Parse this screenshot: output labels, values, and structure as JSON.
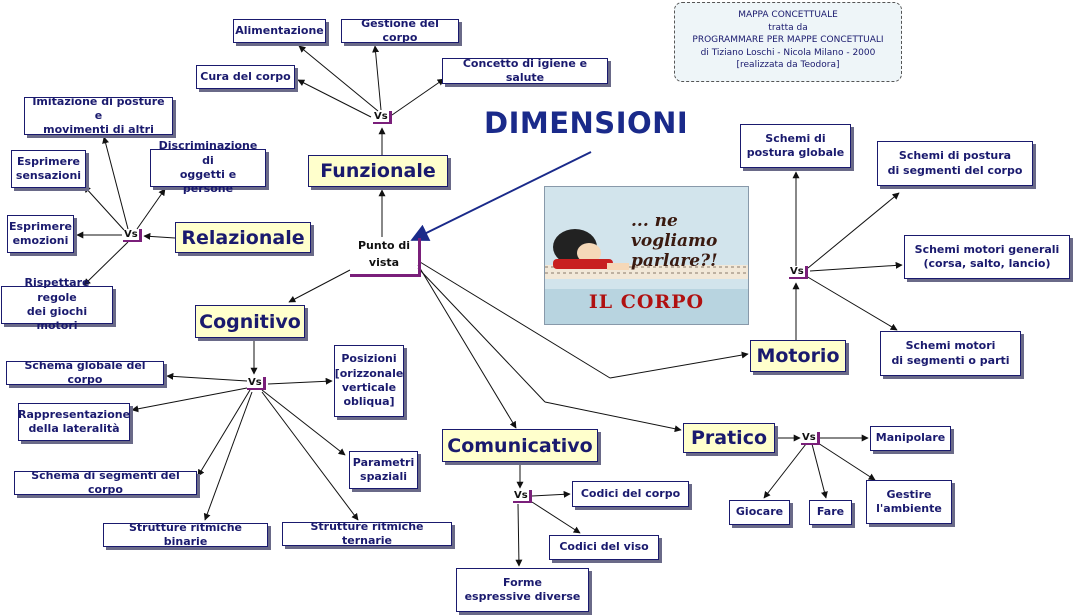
{
  "title": "DIMENSIONI",
  "credit": {
    "line1": "MAPPA CONCETTUALE",
    "line2": "tratta da",
    "line3": "PROGRAMMARE PER MAPPE CONCETTUALI",
    "line4": "di Tiziano Loschi - Nicola Milano - 2000",
    "line5": "[realizzata da Teodora]"
  },
  "picture": {
    "caption": "... ne vogliamo parlare?!",
    "subject": "IL CORPO",
    "icon": "mafalda-cartoon-image"
  },
  "center": {
    "label": "Punto di\nvista"
  },
  "vs_label": "Vs",
  "categories": {
    "funzionale": "Funzionale",
    "relazionale": "Relazionale",
    "cognitivo": "Cognitivo",
    "comunicativo": "Comunicativo",
    "pratico": "Pratico",
    "motorio": "Motorio"
  },
  "nodes": {
    "alimentazione": "Alimentazione",
    "gestione_corpo": "Gestione del corpo",
    "cura_corpo": "Cura del corpo",
    "igiene": "Concetto di igiene e salute",
    "imitazione": "Imitazione di posture e\nmovimenti di altri",
    "esprimere_sensazioni": "Esprimere\nsensazioni",
    "discriminazione": "Discriminazione di\noggetti e persone",
    "esprimere_emozioni": "Esprimere\nemozioni",
    "regole": "Rispettare regole\ndei giochi motori",
    "schema_globale": "Schema globale del corpo",
    "posizioni": "Posizioni\n[orizzonale\nverticale\nobliqua]",
    "lateralita": "Rappresentazione\ndella lateralità",
    "parametri": "Parametri\nspaziali",
    "schema_segmenti": "Schema di segmenti del corpo",
    "ritmiche_binarie": "Strutture ritmiche binarie",
    "ritmiche_ternarie": "Strutture ritmiche ternarie",
    "codici_corpo": "Codici del corpo",
    "codici_viso": "Codici del viso",
    "forme": "Forme\nespressive diverse",
    "manipolare": "Manipolare",
    "giocare": "Giocare",
    "fare": "Fare",
    "gestire": "Gestire\nl'ambiente",
    "postura_globale": "Schemi di\npostura globale",
    "postura_segmenti": "Schemi di postura\ndi segmenti del corpo",
    "motori_generali": "Schemi motori generali\n(corsa, salto, lancio)",
    "motori_segmenti": "Schemi motori\ndi segmenti o parti"
  },
  "colors": {
    "box_border": "#1a1a6e",
    "category_fill": "#ffffcc",
    "title": "#1a2a8a",
    "accent": "#7a1f7a"
  }
}
